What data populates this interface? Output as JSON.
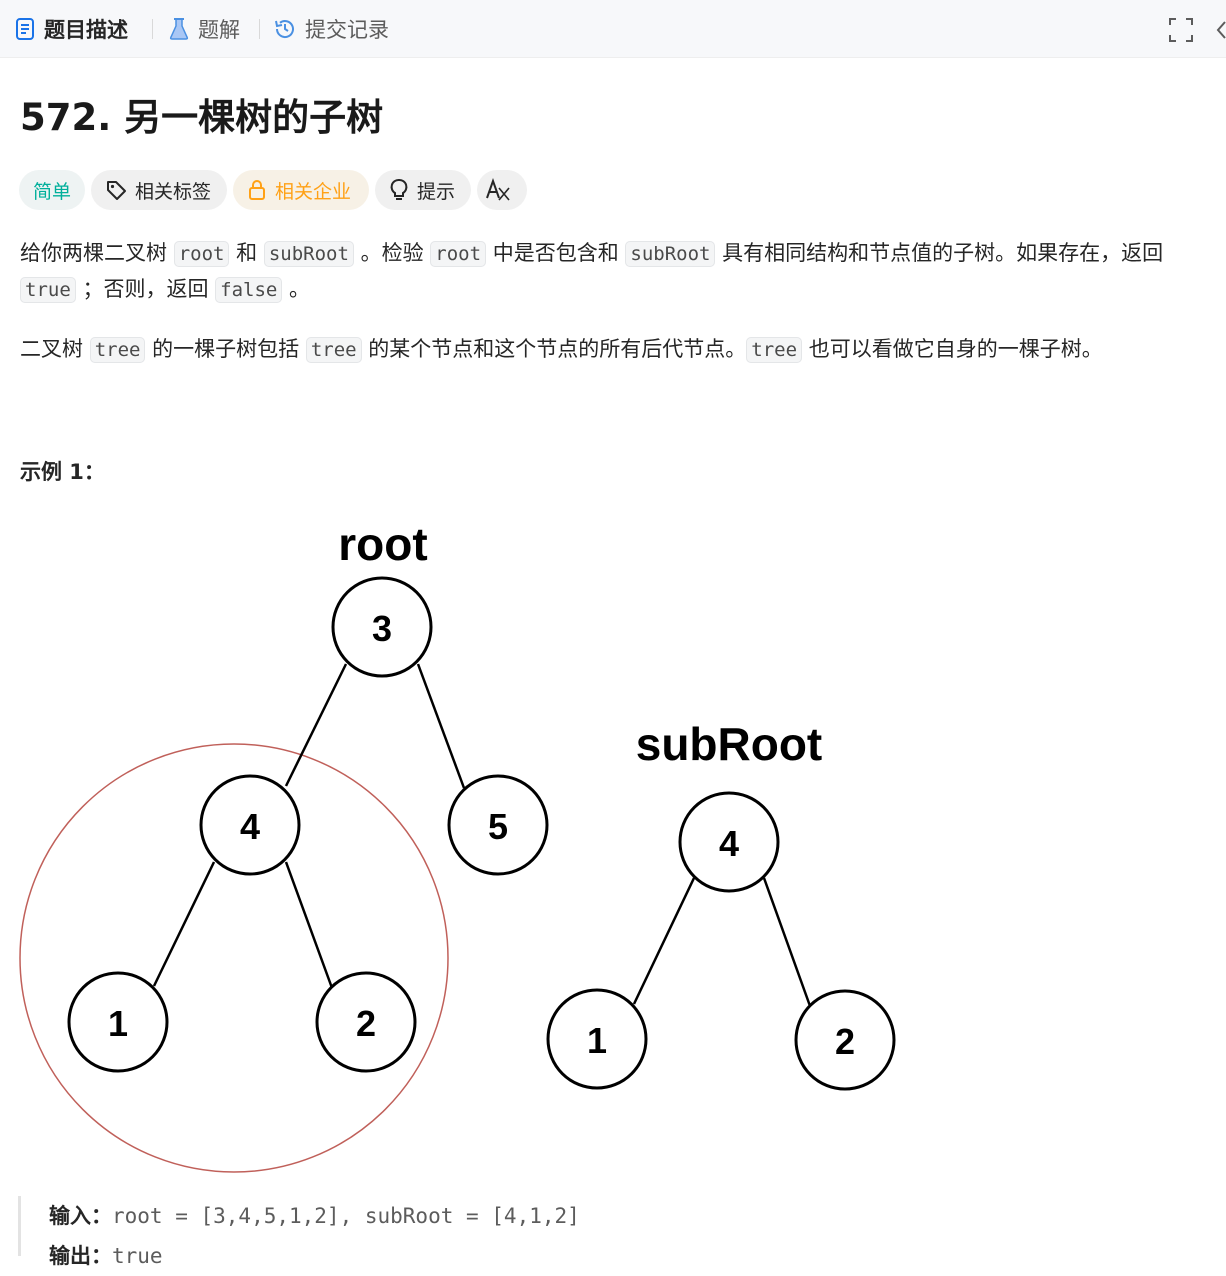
{
  "tabs": [
    {
      "label": "题目描述",
      "icon": "description-icon",
      "active": true
    },
    {
      "label": "题解",
      "icon": "flask-icon",
      "active": false
    },
    {
      "label": "提交记录",
      "icon": "history-icon",
      "active": false
    }
  ],
  "problem": {
    "title": "572. 另一棵树的子树",
    "tags": {
      "difficulty": "简单",
      "related_tags": "相关标签",
      "related_companies": "相关企业",
      "hint": "提示"
    },
    "colors": {
      "easy": "#00af9b",
      "company": "#ffa116",
      "accent_blue": "#1a73e8",
      "highlight_circle": "#c0605a"
    },
    "p1": {
      "t1": "给你两棵二叉树 ",
      "c1": "root",
      "t2": " 和 ",
      "c2": "subRoot",
      "t3": " 。检验 ",
      "c3": "root",
      "t4": " 中是否包含和 ",
      "c4": "subRoot",
      "t5": " 具有相同结构和节点值的子树。如果存在，返回 ",
      "c5": "true",
      "t6": " ；否则，返回 ",
      "c6": "false",
      "t7": " 。"
    },
    "p2": {
      "t1": "二叉树 ",
      "c1": "tree",
      "t2": " 的一棵子树包括 ",
      "c2": "tree",
      "t3": " 的某个节点和这个节点的所有后代节点。",
      "c3": "tree",
      "t4": " 也可以看做它自身的一棵子树。"
    }
  },
  "example1": {
    "heading": "示例 1：",
    "figure": {
      "root_label": "root",
      "subroot_label": "subRoot",
      "root_tree": {
        "root": "3",
        "left": "4",
        "right": "5",
        "left_left": "1",
        "left_right": "2"
      },
      "subroot_tree": {
        "root": "4",
        "left": "1",
        "right": "2"
      }
    },
    "input_label": "输入：",
    "input_value": "root = [3,4,5,1,2], subRoot = [4,1,2]",
    "output_label": "输出：",
    "output_value": "true"
  }
}
